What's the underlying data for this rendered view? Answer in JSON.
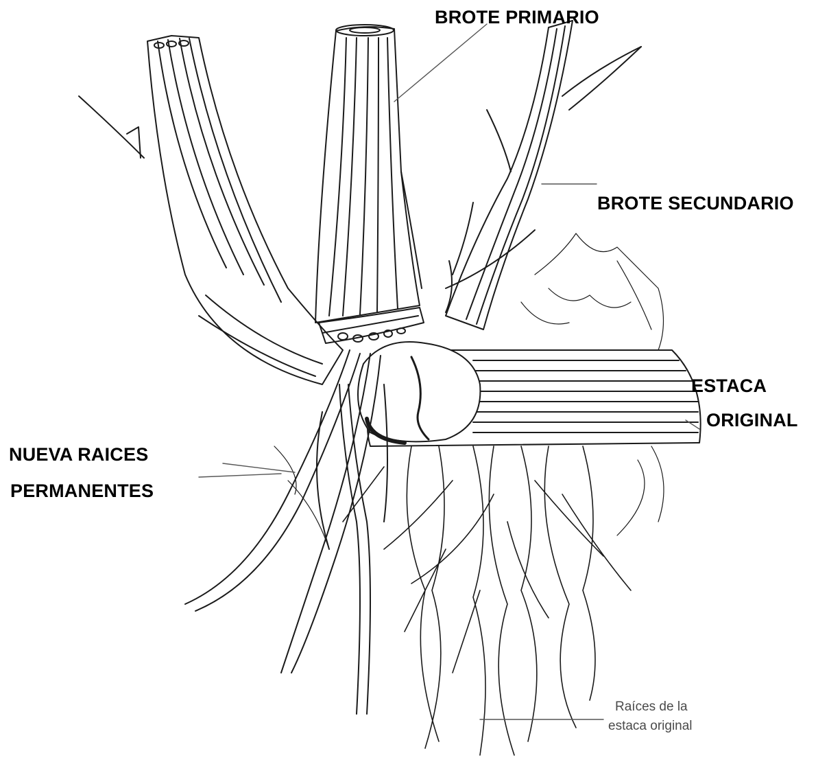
{
  "labels": {
    "brote_primario": "BROTE PRIMARIO",
    "brote_secundario": "BROTE SECUNDARIO",
    "estaca_original_line1": "ESTACA",
    "estaca_original_line2": "ORIGINAL",
    "nueva_raices_line1": "NUEVA RAICES",
    "nueva_raices_line2": "PERMANENTES",
    "raices_estaca_line1": "Raíces de la",
    "raices_estaca_line2": "estaca original"
  },
  "colors": {
    "ink": "#1a1a1a",
    "background": "#ffffff",
    "leader": "#555555"
  }
}
